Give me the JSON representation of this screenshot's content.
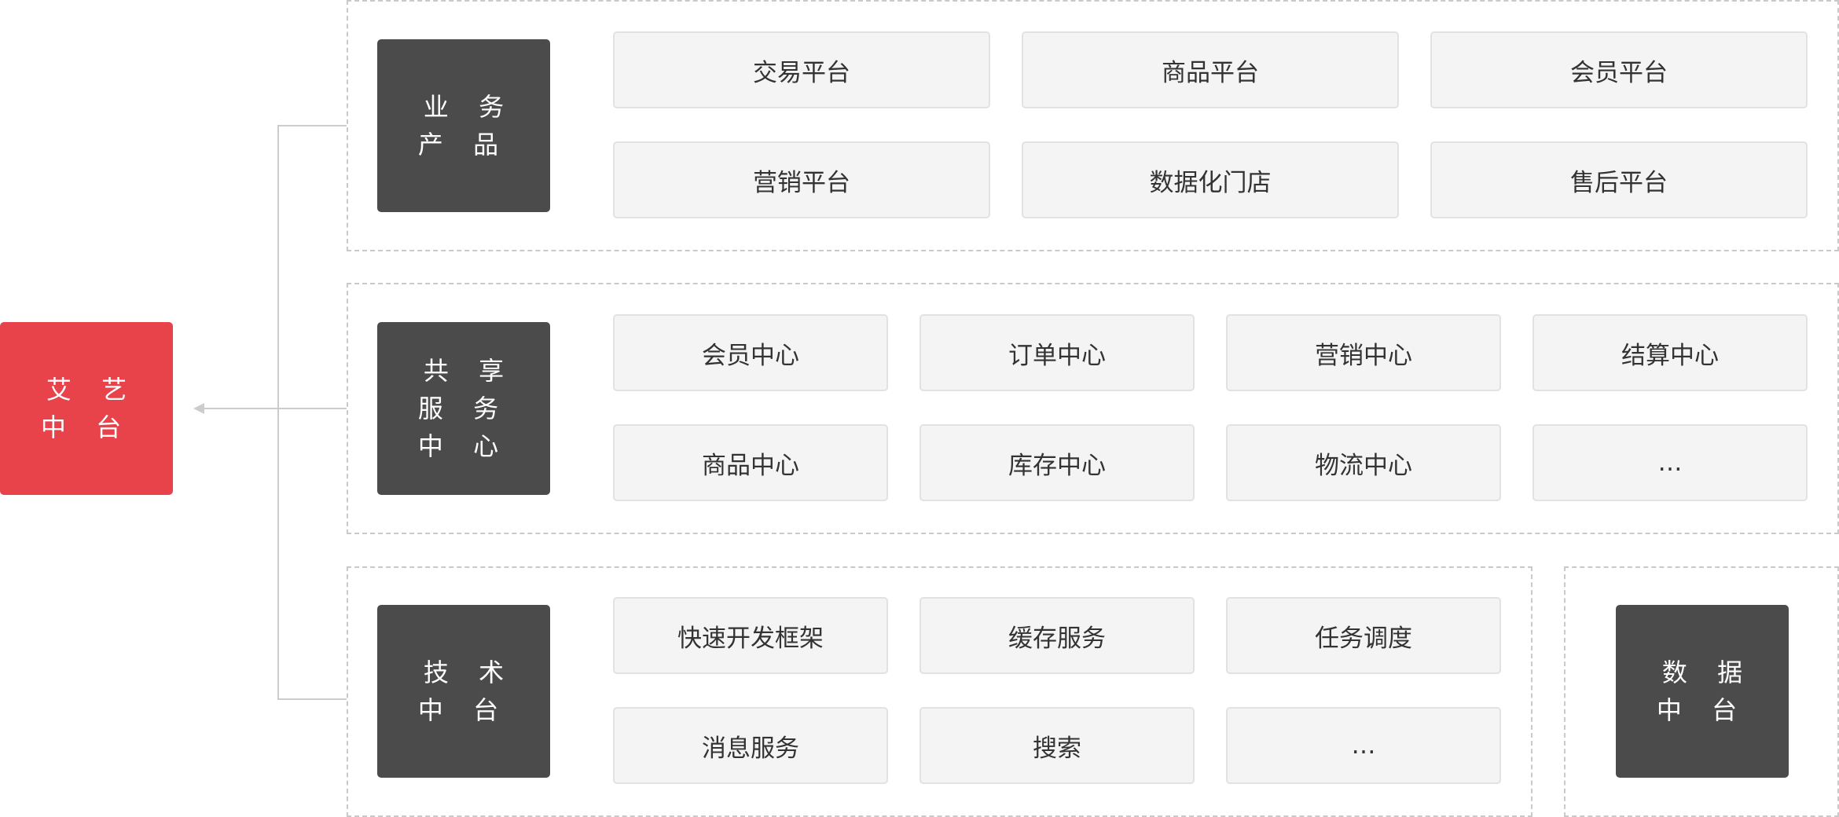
{
  "core": {
    "label": "艾 艺\n中 台"
  },
  "groups": {
    "business": {
      "label": "业 务\n产 品",
      "items": [
        "交易平台",
        "商品平台",
        "会员平台",
        "营销平台",
        "数据化门店",
        "售后平台"
      ]
    },
    "shared": {
      "label": "共 享\n服 务\n中 心",
      "items": [
        "会员中心",
        "订单中心",
        "营销中心",
        "结算中心",
        "商品中心",
        "库存中心",
        "物流中心",
        "…"
      ]
    },
    "tech": {
      "label": "技 术\n中 台",
      "items": [
        "快速开发框架",
        "缓存服务",
        "任务调度",
        "消息服务",
        "搜索",
        "…"
      ]
    },
    "data": {
      "label": "数 据\n中 台"
    }
  },
  "colors": {
    "accent": "#e8424a",
    "dark_box": "#4b4b4b",
    "item_bg": "#f4f4f4",
    "item_border": "#e2e2e2",
    "dashed_border": "#c9c9c9",
    "connector": "#cccccc"
  }
}
